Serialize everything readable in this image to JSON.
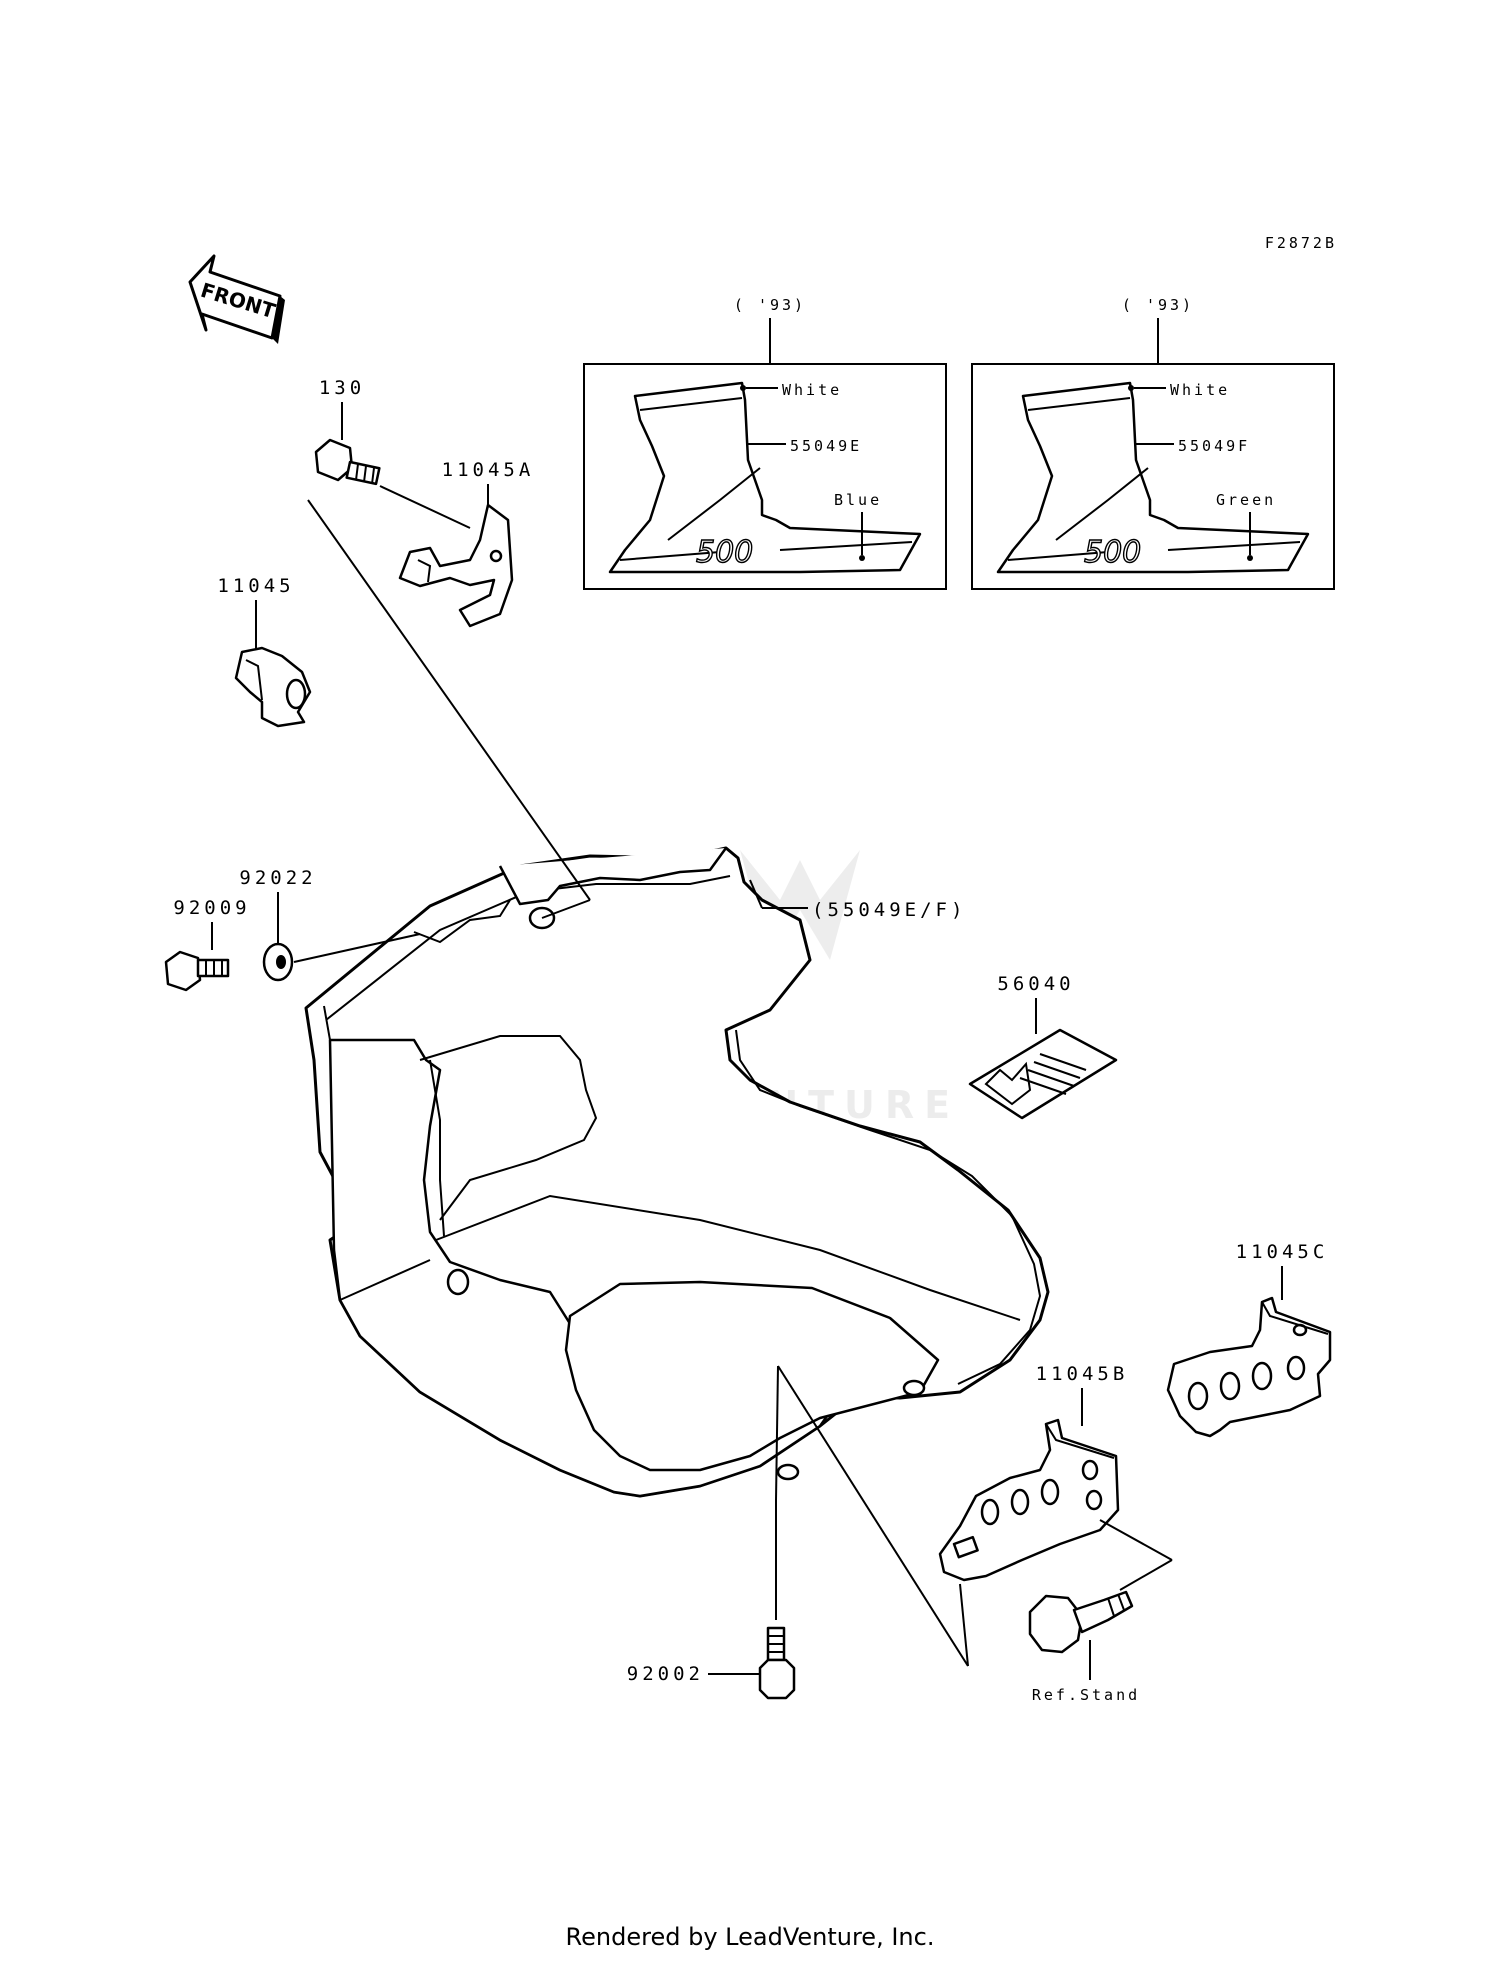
{
  "figure_code": "F2872B",
  "front_label": "FRONT",
  "watermark": "LEADVENTURE",
  "footer": "Rendered by LeadVenture, Inc.",
  "inset_left": {
    "year": "( '93)",
    "part": "55049E",
    "color_top": "White",
    "color_bottom": "Blue",
    "model": "500"
  },
  "inset_right": {
    "year": "( '93)",
    "part": "55049F",
    "color_top": "White",
    "color_bottom": "Green",
    "model": "500"
  },
  "callouts": {
    "bolt_130": "130",
    "clamp_11045a": "11045A",
    "clamp_11045": "11045",
    "washer_92022": "92022",
    "bolt_92009": "92009",
    "decal_ref": "(55049E/F)",
    "label_56040": "56040",
    "bracket_11045c": "11045C",
    "bracket_11045b": "11045B",
    "bolt_92002": "92002",
    "ref_stand": "Ref.Stand"
  }
}
